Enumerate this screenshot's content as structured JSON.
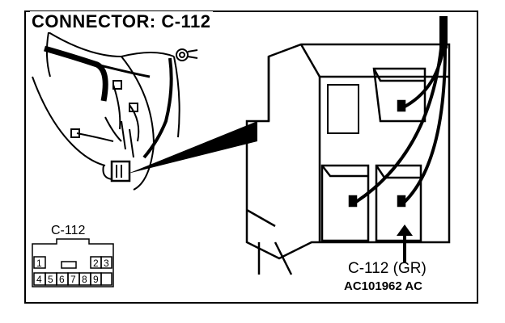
{
  "diagram": {
    "title": "CONNECTOR: C-112",
    "pinout_label": "C-112",
    "callout_label": "C-112 (GR)",
    "figure_code": "AC101962 AC",
    "pins": [
      "1",
      "2",
      "3",
      "4",
      "5",
      "6",
      "7",
      "8",
      "9"
    ]
  },
  "colors": {
    "ink": "#000000",
    "paper": "#ffffff"
  }
}
